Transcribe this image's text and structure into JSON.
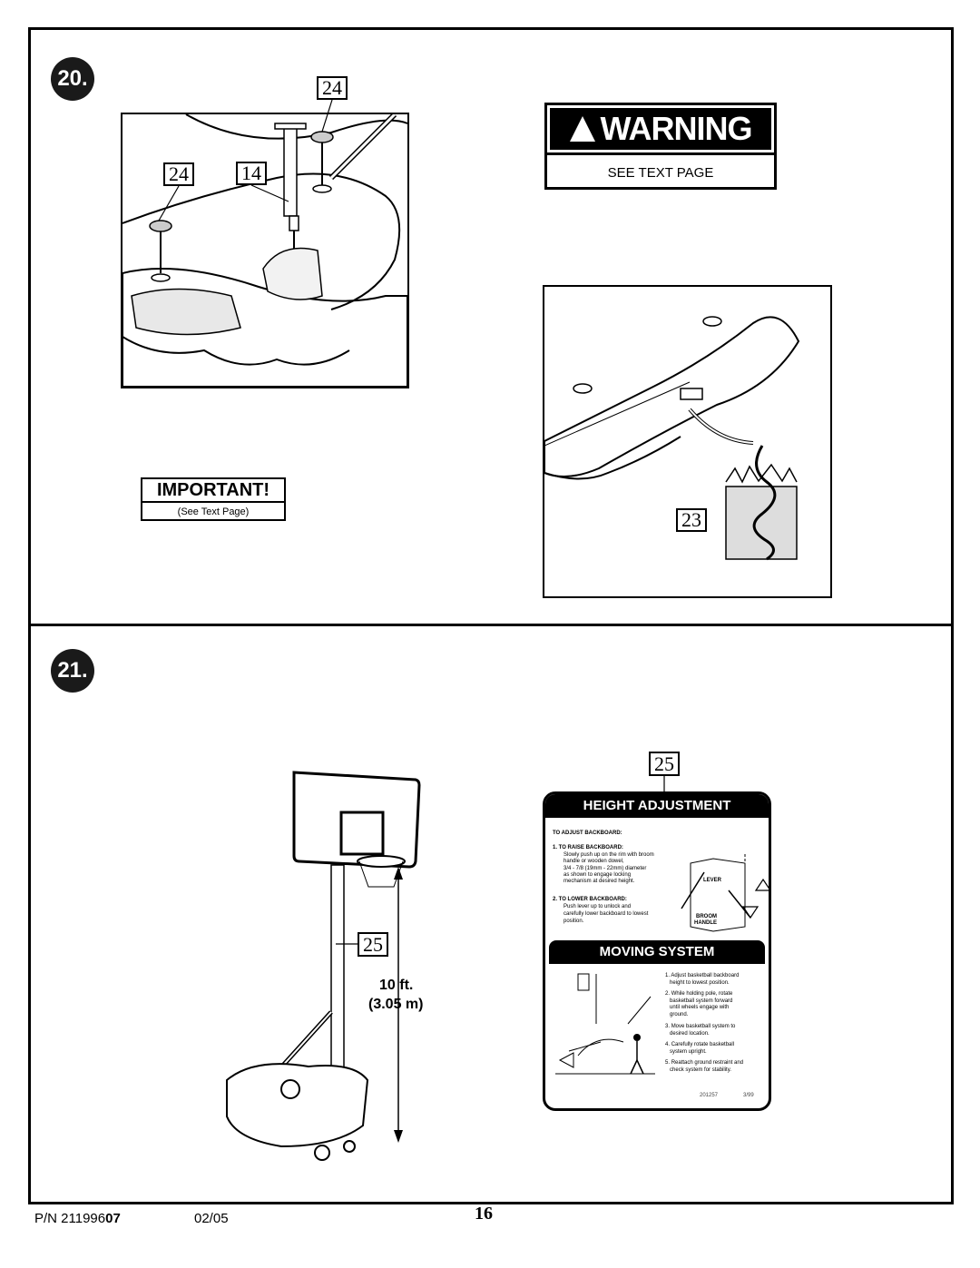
{
  "steps": [
    {
      "number": "20."
    },
    {
      "number": "21."
    }
  ],
  "callouts": {
    "c24a": "24",
    "c24b": "24",
    "c14": "14",
    "c23": "23",
    "c25a": "25",
    "c25b": "25"
  },
  "warning": {
    "title": "WARNING",
    "subtitle": "SEE TEXT PAGE"
  },
  "important": {
    "title": "IMPORTANT!",
    "subtitle": "(See Text Page)"
  },
  "height_dim": {
    "feet": "10 ft.",
    "meters": "3.05 m"
  },
  "height_label": {
    "title": "HEIGHT ADJUSTMENT",
    "heading": "TO ADJUST BACKBOARD:",
    "step1_title": "1.  TO RAISE BACKBOARD:",
    "step1_lines": [
      "Slowly push up on the rim with broom",
      "handle or wooden dowel,",
      "3/4 - 7/8  (19mm - 22mm) diameter",
      "as shown to engage locking",
      "mechanism at desired height."
    ],
    "step2_title": "2.  TO LOWER BACKBOARD:",
    "step2_lines": [
      "Push lever up to unlock and",
      "carefully lower backboard to lowest",
      "position."
    ],
    "lever": "LEVER",
    "broom": "BROOM",
    "handle": "HANDLE"
  },
  "moving_label": {
    "title": "MOVING SYSTEM",
    "items": [
      {
        "n": "1.",
        "lines": [
          "Adjust basketball backboard",
          "height to lowest position."
        ]
      },
      {
        "n": "2.",
        "lines": [
          "While holding pole, rotate",
          "basketball system forward",
          "until wheels engage with",
          "ground."
        ]
      },
      {
        "n": "3.",
        "lines": [
          "Move basketball system to",
          "desired location."
        ]
      },
      {
        "n": "4.",
        "lines": [
          "Carefully rotate basketball",
          "system upright."
        ]
      },
      {
        "n": "5.",
        "lines": [
          "Reattach ground restraint and",
          "check system for stability."
        ]
      }
    ],
    "code": "201257",
    "date": "3/99"
  },
  "footer": {
    "pn_prefix": "P/N 211996",
    "pn_bold": "07",
    "date": "02/05",
    "page": "16"
  }
}
